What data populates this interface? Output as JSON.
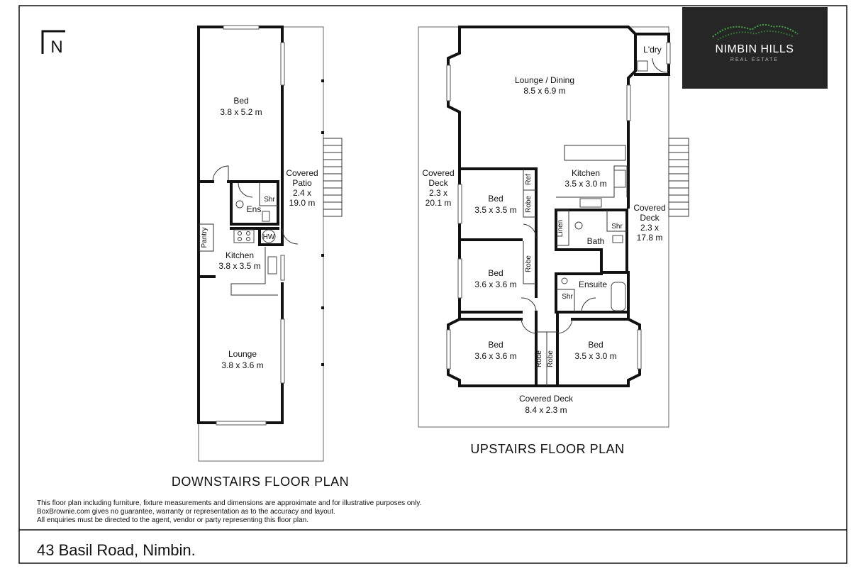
{
  "north_label": "N",
  "logo": {
    "name": "NIMBIN HILLS",
    "tagline": "REAL ESTATE"
  },
  "downstairs": {
    "title": "DOWNSTAIRS FLOOR PLAN",
    "rooms": {
      "bed_name": "Bed",
      "bed_size": "3.8 x 5.2 m",
      "patio_l1": "Covered",
      "patio_l2": "Patio",
      "patio_l3": "2.4 x",
      "patio_l4": "19.0 m",
      "ens": "Ens",
      "shr": "Shr",
      "hw": "HW",
      "pantry": "Pantry",
      "kitchen_name": "Kitchen",
      "kitchen_size": "3.8 x 3.5 m",
      "lounge_name": "Lounge",
      "lounge_size": "3.8 x 3.6 m"
    }
  },
  "upstairs": {
    "title": "UPSTAIRS FLOOR PLAN",
    "rooms": {
      "lounge_name": "Lounge / Dining",
      "lounge_size": "8.5 x 6.9 m",
      "ldry": "L'dry",
      "deckw_l1": "Covered",
      "deckw_l2": "Deck",
      "deckw_l3": "2.3 x",
      "deckw_l4": "20.1 m",
      "bed1_name": "Bed",
      "bed1_size": "3.5 x 3.5 m",
      "ref": "Ref",
      "robe1": "Robe",
      "kitchen_name": "Kitchen",
      "kitchen_size": "3.5 x 3.0 m",
      "decke_l1": "Covered",
      "decke_l2": "Deck",
      "decke_l3": "2.3 x",
      "decke_l4": "17.8 m",
      "linen": "Linen",
      "shr1": "Shr",
      "bath": "Bath",
      "bed2_name": "Bed",
      "bed2_size": "3.6 x 3.6 m",
      "robe2": "Robe",
      "ensuite": "Ensuite",
      "shr2": "Shr",
      "bed3_name": "Bed",
      "bed3_size": "3.6 x 3.6 m",
      "robe3": "Robe",
      "robe4": "Robe",
      "bed4_name": "Bed",
      "bed4_size": "3.5 x 3.0 m",
      "decks_l1": "Covered Deck",
      "decks_l2": "8.4 x 2.3 m"
    }
  },
  "disclaimer": {
    "line1": "This floor plan including furniture, fixture measurements and dimensions are approximate and for illustrative purposes only.",
    "line2": "BoxBrownie.com gives no guarantee, warranty or representation as to the accuracy and layout.",
    "line3": "All enquiries must be directed to the agent, vendor or party representing this floor plan."
  },
  "address": "43 Basil Road, Nimbin."
}
